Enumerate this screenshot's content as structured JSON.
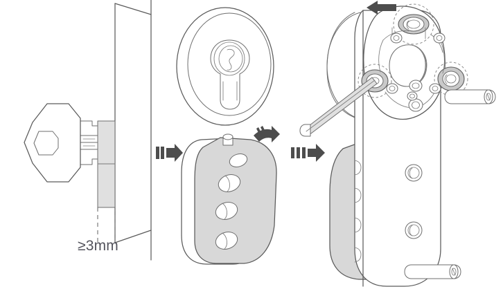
{
  "illustration": {
    "title": "Smart lock installation step diagram",
    "background_color": "#ffffff",
    "line_color": "#5a5a5a",
    "panel_fill": "#d8d8d8",
    "arrow_color": "#4d4d4d",
    "text_color": "#53535c"
  },
  "annotations": {
    "clearance_label": "≥3mm"
  },
  "steps": [
    {
      "id": "step-1",
      "name": "door-with-key-cylinder",
      "caption": "Key thumbturn inserted in door cylinder with minimum 3mm protrusion"
    },
    {
      "id": "step-2",
      "name": "escutcheon-and-mounting-plate",
      "caption": "Round escutcheon with euro keyhole above mounting backplate"
    },
    {
      "id": "step-3",
      "name": "bracket-assembly-with-allen-key",
      "caption": "Mounting bracket fastened with hex key and mounting rods"
    }
  ],
  "arrows": {
    "step_arrow_1": {
      "name": "step-arrow-1",
      "direction": "right",
      "tick_count": 2
    },
    "step_arrow_2": {
      "name": "step-arrow-2",
      "direction": "right",
      "tick_count": 3
    },
    "rotation_arrow": {
      "name": "rotation-arrow",
      "direction": "clockwise-right",
      "tick_count": 2
    },
    "push_arrow": {
      "name": "push-arrow-left",
      "direction": "left",
      "tick_count": 0
    }
  },
  "parts": {
    "key_knob": "key-thumbturn-knob",
    "door_panel": "door-panel",
    "cylinder_body": "lock-cylinder-body",
    "escutcheon": "round-escutcheon",
    "keyhole": "euro-profile-keyhole",
    "backplate": "mounting-backplate",
    "backplate_hole_count": 4,
    "bracket": "metal-mounting-bracket",
    "allen_key": "hex-allen-key",
    "rod_upper": "mounting-rod-upper",
    "rod_lower": "mounting-rod-lower",
    "lock_body": "smart-lock-body",
    "lock_body_screw_count": 2
  }
}
